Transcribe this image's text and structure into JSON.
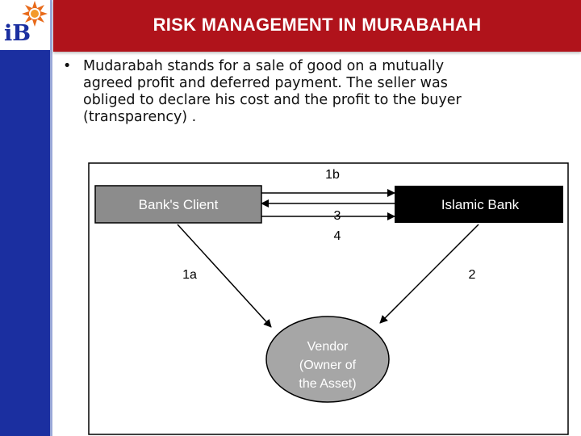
{
  "logo": {
    "text": "iB",
    "sun_color": "#e86a1a",
    "icon": "sun-star-icon"
  },
  "slide": {
    "title": "RISK MANAGEMENT IN MURABAHAH",
    "bullet_symbol": "•",
    "bullet_text": "Mudarabah stands for a sale of good on a mutually\nagreed profit and deferred payment. The seller was\nobliged to declare his cost and the profit to the buyer\n(transparency) ."
  },
  "diagram": {
    "nodes": {
      "client": "Bank's Client",
      "bank": "Islamic Bank",
      "vendor_lines": [
        "Vendor",
        "(Owner of",
        "the Asset)"
      ]
    },
    "labels": {
      "l1b": "1b",
      "l3": "3",
      "l4": "4",
      "l1a": "1a",
      "l2": "2"
    },
    "colors": {
      "client_fill": "#8c8c8c",
      "bank_fill": "#000000",
      "vendor_fill": "#a6a6a6",
      "title_bar": "#b0131b",
      "sidebar": "#1b2fa0"
    }
  }
}
